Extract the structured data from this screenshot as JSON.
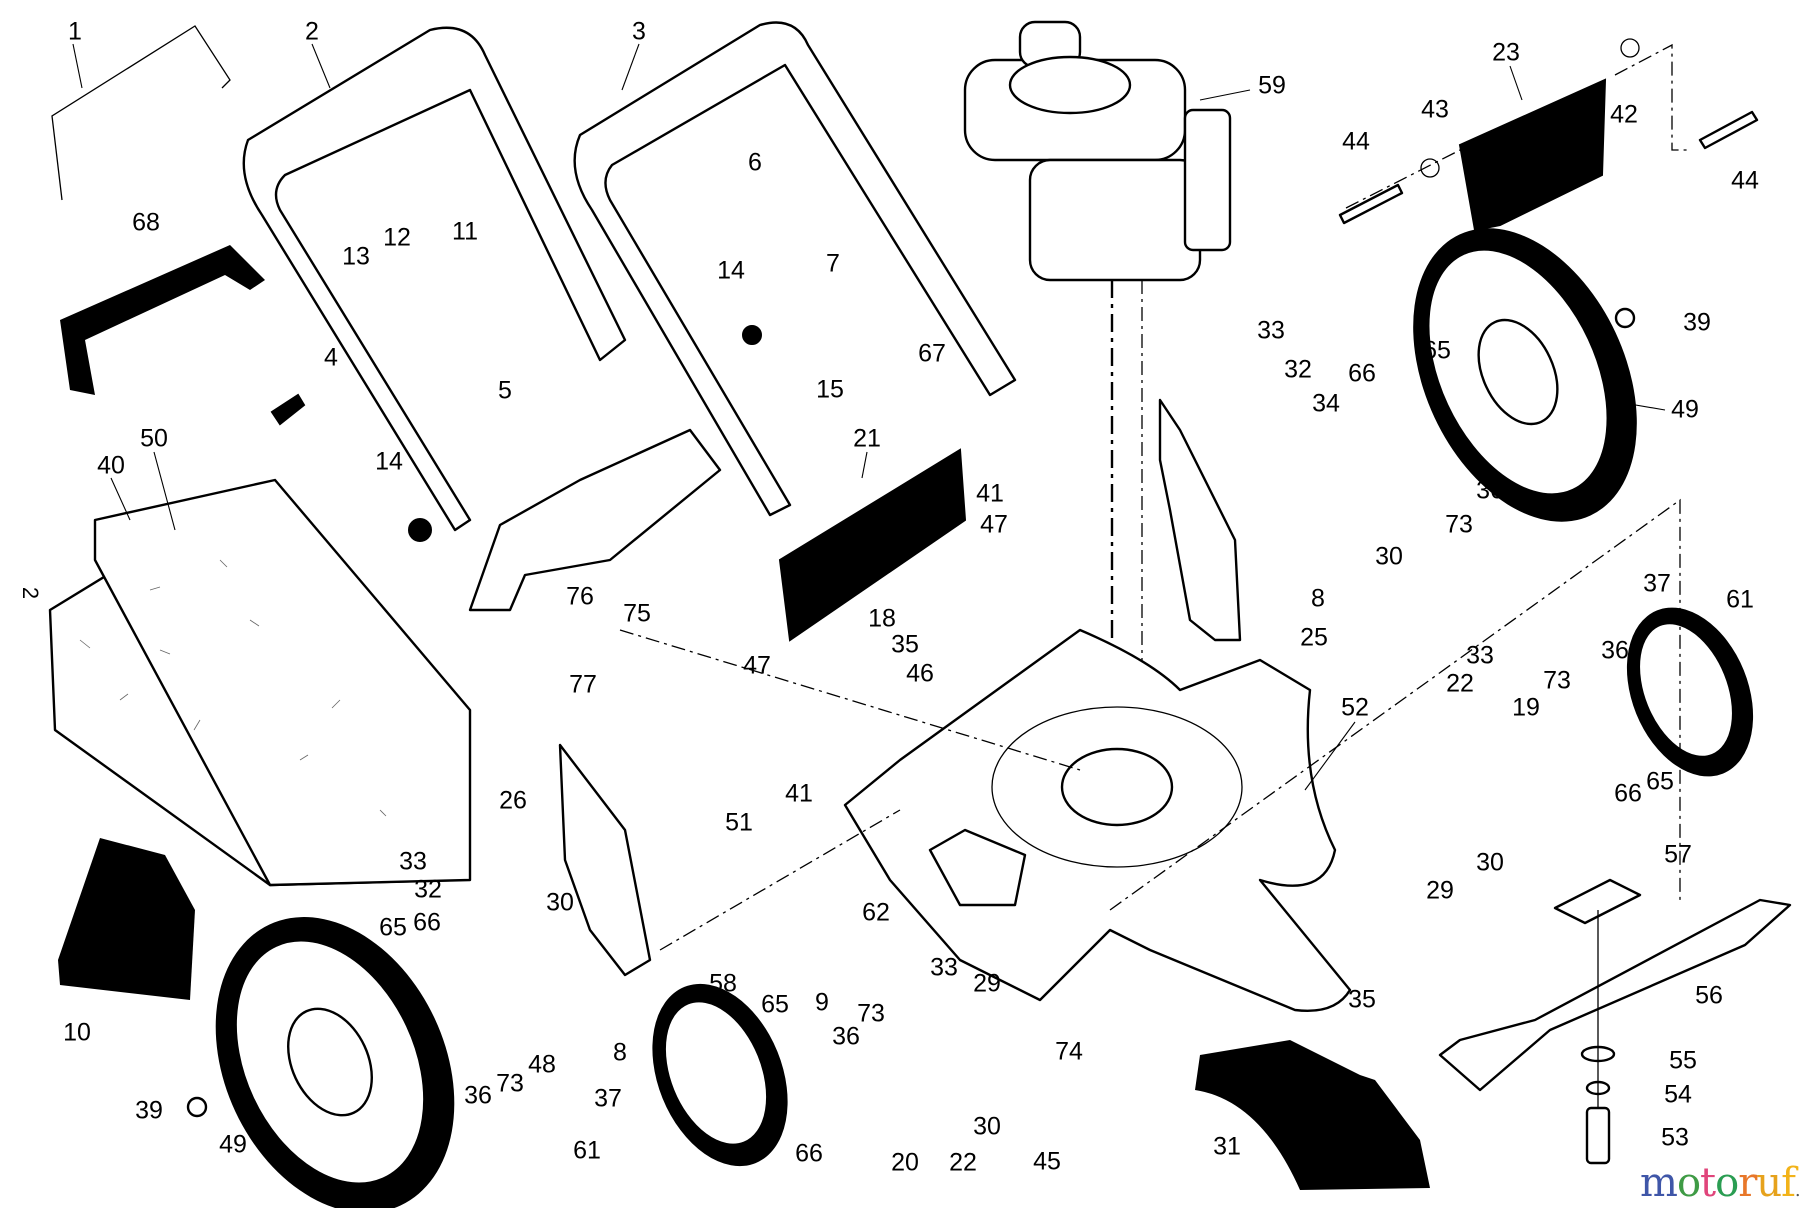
{
  "diagram": {
    "title": "Lawn mower exploded parts diagram",
    "page_marker": "2",
    "watermark": {
      "letters": [
        {
          "ch": "m",
          "color": "#3f56a8"
        },
        {
          "ch": "o",
          "color": "#3f9b45"
        },
        {
          "ch": "t",
          "color": "#e0457b"
        },
        {
          "ch": "o",
          "color": "#2a9d52"
        },
        {
          "ch": "r",
          "color": "#e8772a"
        },
        {
          "ch": "u",
          "color": "#e6a21c"
        },
        {
          "ch": "f",
          "color": "#f2b319"
        }
      ],
      "suffix": ".de"
    },
    "callouts": [
      {
        "id": "c1",
        "label": "1"
      },
      {
        "id": "c2",
        "label": "2"
      },
      {
        "id": "c3",
        "label": "3"
      },
      {
        "id": "c59",
        "label": "59"
      },
      {
        "id": "c23",
        "label": "23"
      },
      {
        "id": "c42",
        "label": "42"
      },
      {
        "id": "c43",
        "label": "43"
      },
      {
        "id": "c44a",
        "label": "44"
      },
      {
        "id": "c44b",
        "label": "44"
      },
      {
        "id": "c6",
        "label": "6"
      },
      {
        "id": "c11",
        "label": "11"
      },
      {
        "id": "c12",
        "label": "12"
      },
      {
        "id": "c13",
        "label": "13"
      },
      {
        "id": "c7",
        "label": "7"
      },
      {
        "id": "c68",
        "label": "68"
      },
      {
        "id": "c14a",
        "label": "14"
      },
      {
        "id": "c4",
        "label": "4"
      },
      {
        "id": "c5",
        "label": "5"
      },
      {
        "id": "c67",
        "label": "67"
      },
      {
        "id": "c15",
        "label": "15"
      },
      {
        "id": "c33a",
        "label": "33"
      },
      {
        "id": "c32a",
        "label": "32"
      },
      {
        "id": "c65a",
        "label": "65"
      },
      {
        "id": "c66a",
        "label": "66"
      },
      {
        "id": "c34",
        "label": "34"
      },
      {
        "id": "c39a",
        "label": "39"
      },
      {
        "id": "c49a",
        "label": "49"
      },
      {
        "id": "c50",
        "label": "50"
      },
      {
        "id": "c40",
        "label": "40"
      },
      {
        "id": "c21",
        "label": "21"
      },
      {
        "id": "c41a",
        "label": "41"
      },
      {
        "id": "c14b",
        "label": "14"
      },
      {
        "id": "c36a",
        "label": "36"
      },
      {
        "id": "c73a",
        "label": "73"
      },
      {
        "id": "c30a",
        "label": "30"
      },
      {
        "id": "c47a",
        "label": "47"
      },
      {
        "id": "c76",
        "label": "76"
      },
      {
        "id": "c75",
        "label": "75"
      },
      {
        "id": "c8a",
        "label": "8"
      },
      {
        "id": "c25",
        "label": "25"
      },
      {
        "id": "c37a",
        "label": "37"
      },
      {
        "id": "c61a",
        "label": "61"
      },
      {
        "id": "c18",
        "label": "18"
      },
      {
        "id": "c35a",
        "label": "35"
      },
      {
        "id": "c47b",
        "label": "47"
      },
      {
        "id": "c46",
        "label": "46"
      },
      {
        "id": "c77",
        "label": "77"
      },
      {
        "id": "c33b",
        "label": "33"
      },
      {
        "id": "c22a",
        "label": "22"
      },
      {
        "id": "c52",
        "label": "52"
      },
      {
        "id": "c73b",
        "label": "73"
      },
      {
        "id": "c36b",
        "label": "36"
      },
      {
        "id": "c19",
        "label": "19"
      },
      {
        "id": "c66b",
        "label": "66"
      },
      {
        "id": "c65b",
        "label": "65"
      },
      {
        "id": "c26",
        "label": "26"
      },
      {
        "id": "c41b",
        "label": "41"
      },
      {
        "id": "c51",
        "label": "51"
      },
      {
        "id": "c29a",
        "label": "29"
      },
      {
        "id": "c30b",
        "label": "30"
      },
      {
        "id": "c57",
        "label": "57"
      },
      {
        "id": "c33c",
        "label": "33"
      },
      {
        "id": "c32b",
        "label": "32"
      },
      {
        "id": "c30c",
        "label": "30"
      },
      {
        "id": "c62",
        "label": "62"
      },
      {
        "id": "c65c",
        "label": "65"
      },
      {
        "id": "c66c",
        "label": "66"
      },
      {
        "id": "c33d",
        "label": "33"
      },
      {
        "id": "c29b",
        "label": "29"
      },
      {
        "id": "c58",
        "label": "58"
      },
      {
        "id": "c9",
        "label": "9"
      },
      {
        "id": "c8b",
        "label": "8"
      },
      {
        "id": "c10",
        "label": "10"
      },
      {
        "id": "c65d",
        "label": "65"
      },
      {
        "id": "c36c",
        "label": "36"
      },
      {
        "id": "c73c",
        "label": "73"
      },
      {
        "id": "c35b",
        "label": "35"
      },
      {
        "id": "c56",
        "label": "56"
      },
      {
        "id": "c48",
        "label": "48"
      },
      {
        "id": "c73d",
        "label": "73"
      },
      {
        "id": "c36d",
        "label": "36"
      },
      {
        "id": "c74",
        "label": "74"
      },
      {
        "id": "c55",
        "label": "55"
      },
      {
        "id": "c37b",
        "label": "37"
      },
      {
        "id": "c54",
        "label": "54"
      },
      {
        "id": "c39b",
        "label": "39"
      },
      {
        "id": "c49b",
        "label": "49"
      },
      {
        "id": "c30d",
        "label": "30"
      },
      {
        "id": "c45",
        "label": "45"
      },
      {
        "id": "c31",
        "label": "31"
      },
      {
        "id": "c53",
        "label": "53"
      },
      {
        "id": "c61b",
        "label": "61"
      },
      {
        "id": "c66d",
        "label": "66"
      },
      {
        "id": "c20",
        "label": "20"
      },
      {
        "id": "c22b",
        "label": "22"
      }
    ]
  }
}
